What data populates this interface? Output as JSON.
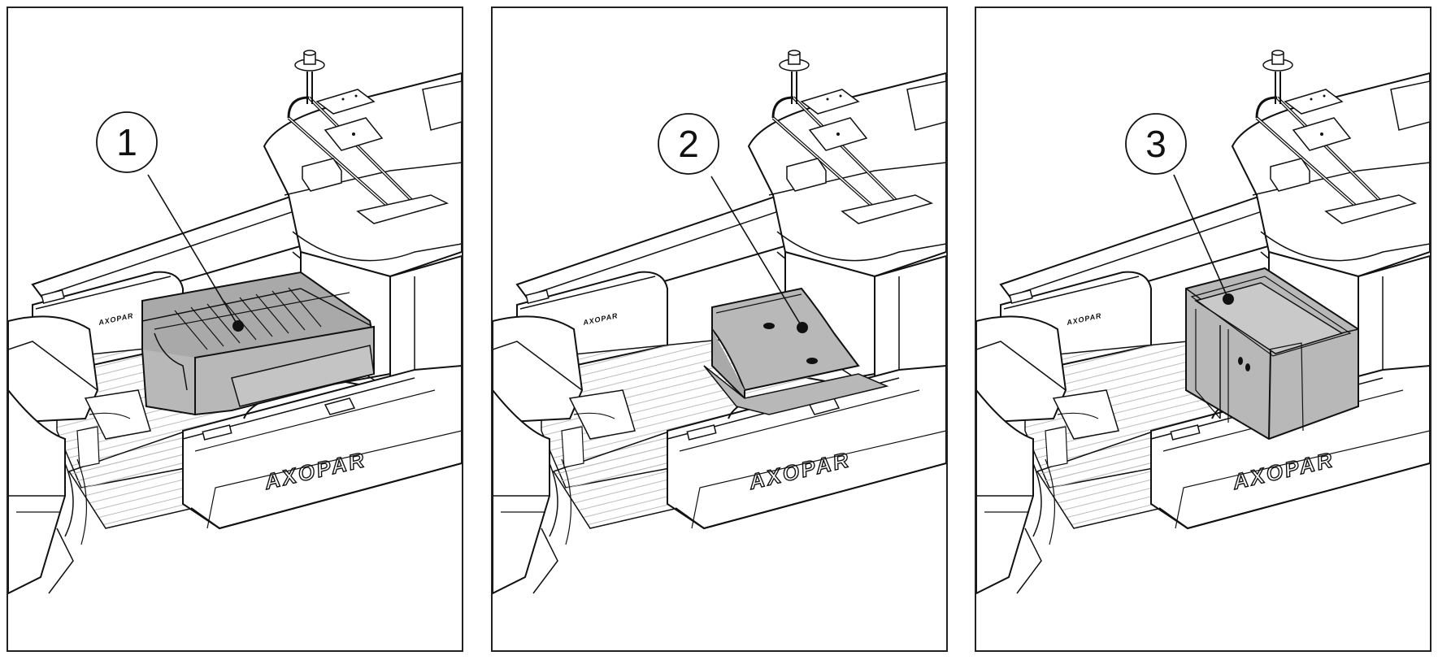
{
  "panels": [
    {
      "callout": "1",
      "variant": "cushion-cover"
    },
    {
      "callout": "2",
      "variant": "seat-base"
    },
    {
      "callout": "3",
      "variant": "storage-cabinet"
    }
  ],
  "brand": {
    "hull_text": "AXOPAR",
    "seat_text": "AXOPAR"
  },
  "colors": {
    "line": "#111111",
    "highlight_fill": "#b8b8b8",
    "highlight_dark": "#a9a9a9",
    "deck_stripe": "#bdbdbd"
  }
}
